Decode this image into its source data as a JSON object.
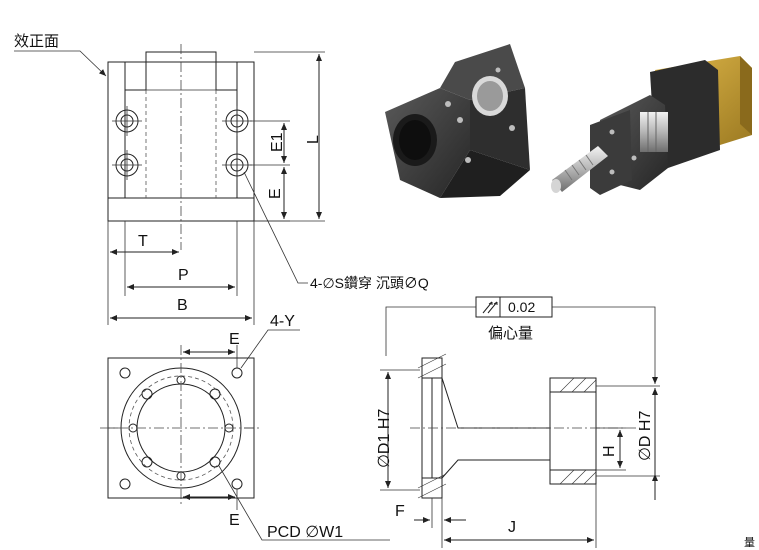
{
  "labels": {
    "face_note": "效正面",
    "E1": "E1",
    "E": "E",
    "L": "L",
    "T": "T",
    "P": "P",
    "B": "B",
    "hole_note": "4-∅S鑽穿 沉頭∅Q",
    "E_bottom_top": "E",
    "holes_Y": "4-Y",
    "E_bottom": "E",
    "pcd": "PCD ∅W1",
    "tolerance_value": "0.02",
    "tolerance_note": "偏心量",
    "D1": "∅D1 H7",
    "D": "∅D H7",
    "H": "H",
    "F": "F",
    "J": "J",
    "corner_glyph": "量"
  },
  "colors": {
    "line": "#222222",
    "block": "#3a3a3a",
    "motor": "#b8932e",
    "shaft": "#c8c8c8"
  }
}
